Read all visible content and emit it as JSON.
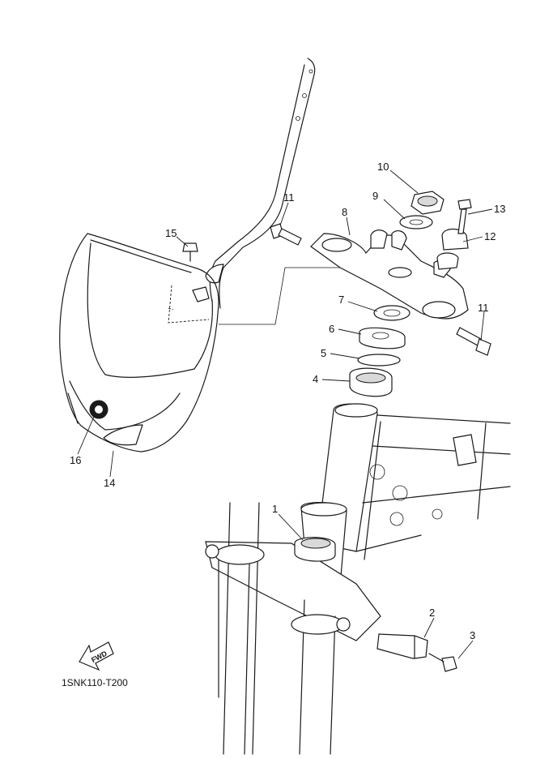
{
  "diagram": {
    "callouts": [
      {
        "id": "1",
        "label": "1"
      },
      {
        "id": "2",
        "label": "2"
      },
      {
        "id": "3",
        "label": "3"
      },
      {
        "id": "4",
        "label": "4"
      },
      {
        "id": "5",
        "label": "5"
      },
      {
        "id": "6",
        "label": "6"
      },
      {
        "id": "7",
        "label": "7"
      },
      {
        "id": "8",
        "label": "8"
      },
      {
        "id": "9",
        "label": "9"
      },
      {
        "id": "10",
        "label": "10"
      },
      {
        "id": "11a",
        "label": "11"
      },
      {
        "id": "11b",
        "label": "11"
      },
      {
        "id": "12",
        "label": "12"
      },
      {
        "id": "13",
        "label": "13"
      },
      {
        "id": "14",
        "label": "14"
      },
      {
        "id": "15",
        "label": "15"
      },
      {
        "id": "16",
        "label": "16"
      }
    ],
    "fwd_label": "FWD",
    "diagram_code": "1SNK110-T200"
  }
}
